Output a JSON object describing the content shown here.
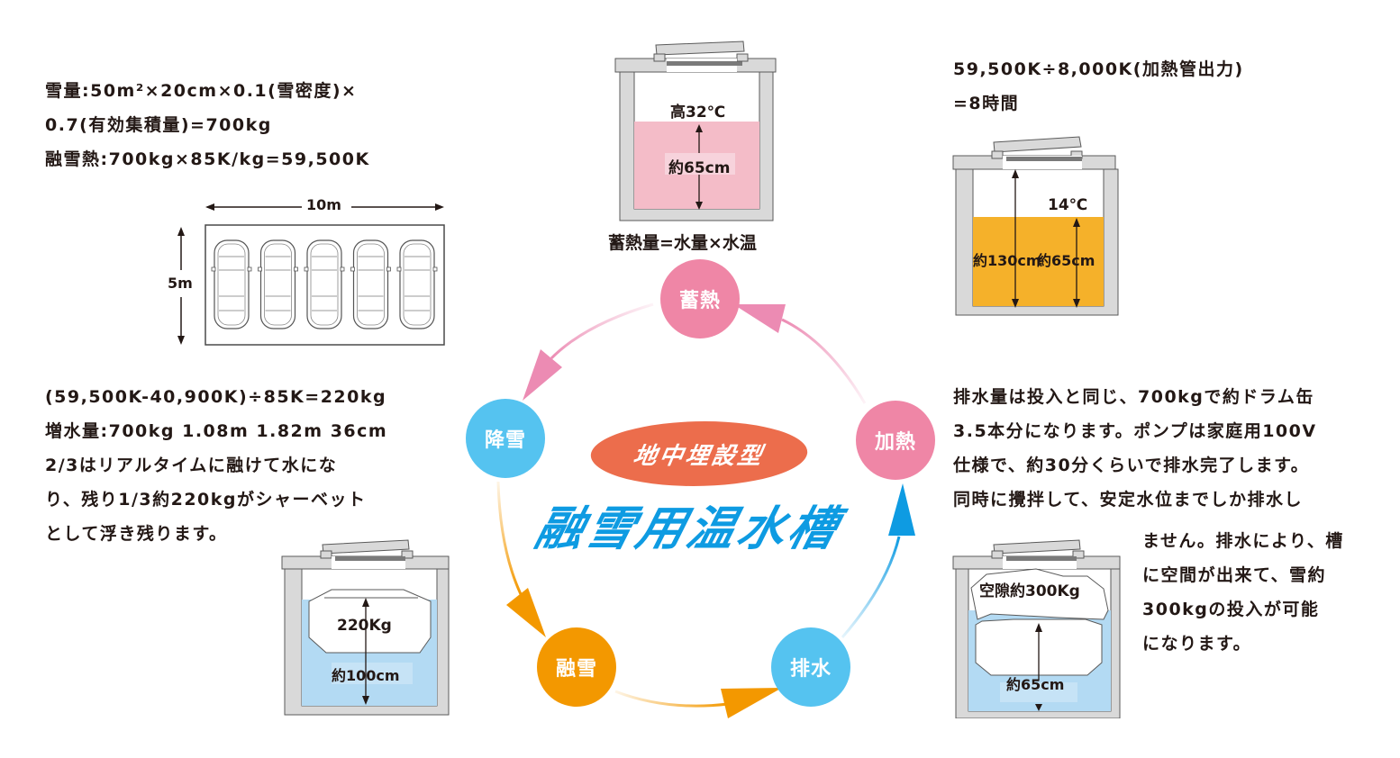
{
  "top_left_calc": {
    "lines": [
      "雪量:50m²×20cm×0.1(雪密度)×",
      "0.7(有効集積量)=700kg",
      "融雪熱:700kg×85K/kg=59,500K"
    ]
  },
  "parking": {
    "width_label": "10m",
    "height_label": "5m",
    "car_count": 5
  },
  "storage_tank": {
    "temp_label": "高32℃",
    "depth_label": "約65cm",
    "caption": "蓄熱量=水量×水温",
    "water_color": "#f4bcc8"
  },
  "top_right_calc": {
    "lines": [
      "59,500K÷8,000K(加熱管出力)",
      "=8時間"
    ]
  },
  "heating_tank": {
    "temp_label": "14℃",
    "total_depth_label": "約130cm",
    "water_depth_label": "約65cm",
    "water_color": "#f5b12a"
  },
  "bottom_left_text": {
    "lines": [
      "(59,500K-40,900K)÷85K=220kg",
      "増水量:700kg 1.08m 1.82m 36cm",
      "2/3はリアルタイムに融けて水にな",
      "り、残り1/3約220kgがシャーベット",
      "として浮き残ります。"
    ]
  },
  "melt_tank": {
    "snow_label": "220Kg",
    "depth_label": "約100cm",
    "water_color": "#b3daf3"
  },
  "bottom_right_text": {
    "lines_full": [
      "排水量は投入と同じ、700kgで約ドラム缶",
      "3.5本分になります。ポンプは家庭用100V",
      "仕様で、約30分くらいで排水完了します。",
      "同時に攪拌して、安定水位までしか排水し"
    ],
    "lines_narrow": [
      "ません。排水により、槽",
      "に空間が出来て、雪約",
      "300kgの投入が可能",
      "になります。"
    ]
  },
  "drain_tank": {
    "gap_label": "空隙約300Kg",
    "depth_label": "約65cm",
    "water_color": "#b3daf3"
  },
  "cycle": {
    "badge": "地中埋設型",
    "title": "融雪用温水槽",
    "nodes": [
      {
        "label": "蓄熱",
        "color": "#ef86a6"
      },
      {
        "label": "降雪",
        "color": "#55c3f0"
      },
      {
        "label": "融雪",
        "color": "#f39800"
      },
      {
        "label": "排水",
        "color": "#55c3f0"
      },
      {
        "label": "加熱",
        "color": "#ef86a6"
      }
    ],
    "colors": {
      "pink_arrow": "#ec8bb3",
      "orange_arrow": "#f39800",
      "blue_arrow": "#0e9be2",
      "badge": "#ec6d4c",
      "title": "#0e9be2"
    }
  }
}
